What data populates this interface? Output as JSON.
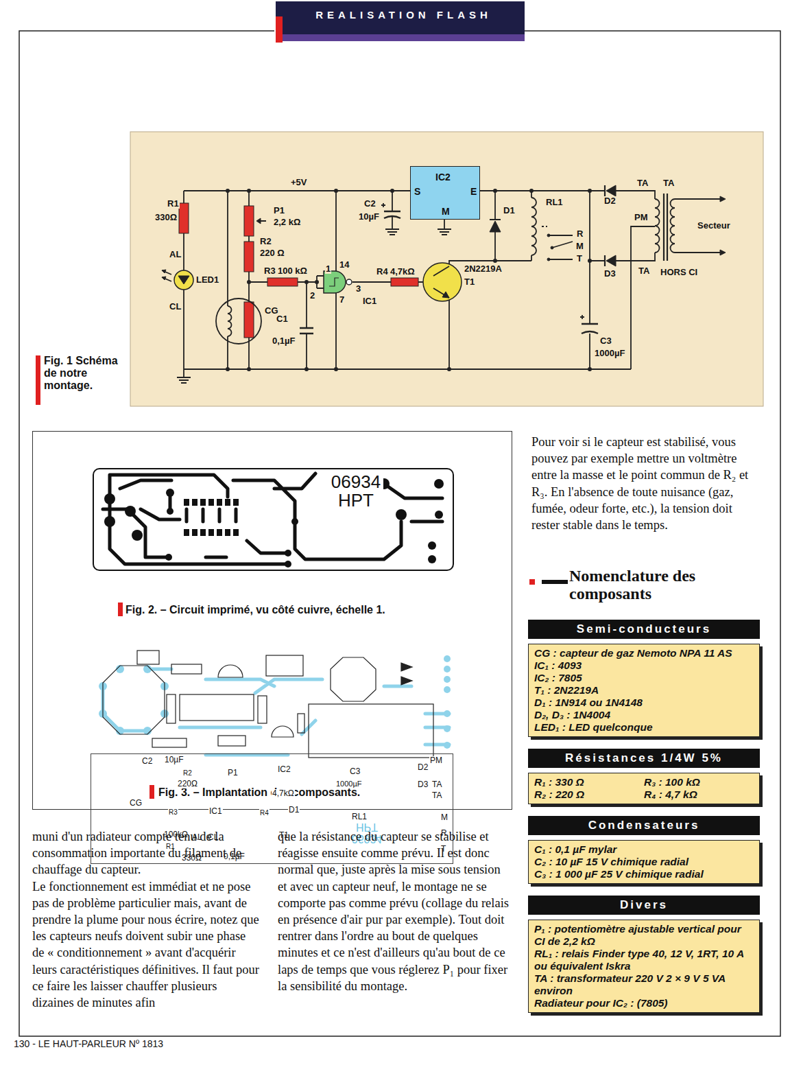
{
  "diagram": {
    "title": "REALISATION FLASH",
    "caption": "Fig. 1 Schéma de notre montage.",
    "nodes": [
      {
        "text": [
          "S",
          "IC2",
          "E",
          "M"
        ]
      },
      {
        "text": [
          "Fig. 2. – Circuit imprimé, vu côté cuivre, échelle 1.",
          "Fig. 3. – Implantation des composants."
        ]
      },
      {
        "text": [
          "06934 HPT"
        ],
        "in": 1
      },
      {
        "text": [
          "C2",
          "10µF",
          "R2",
          "220Ω",
          "P1",
          "IC2",
          "C3",
          "1000µF",
          "PM",
          "D2",
          "D3",
          "TA",
          "TA",
          "CG",
          "R3",
          "IC1",
          "R4",
          "4,7kΩ",
          "D1",
          "RL1",
          "06934 HPT",
          "M",
          "R",
          "T",
          "T1",
          "100kΩ",
          "AL",
          "CL",
          "330Ω",
          "R1",
          "0,1µF"
        ],
        "in": 1
      },
      {
        "text": [
          "Semi-conducteurs"
        ]
      },
      {
        "text": [
          "CG : capteur de gaz Nemoto NPA 11 AS",
          "IC₁ : 4093",
          "IC₂ : 7805",
          "T₁ : 2N2219A",
          "D₁ : 1N914 ou 1N4148",
          "D₂, D₃ : 1N4004",
          "LED₁ : LED quelconque"
        ]
      },
      {
        "text": [
          "Résistances 1/4W 5%"
        ]
      },
      {
        "text": [
          "R₁ : 330 Ω",
          "R₃ : 100 kΩ",
          "R₂ : 220 Ω",
          "R₄ : 4,7 kΩ"
        ]
      },
      {
        "text": [
          "Condensateurs"
        ]
      },
      {
        "text": [
          "C₁ : 0,1 µF mylar",
          "C₂ : 10 µF 15 V chimique radial",
          "C₃ : 1 000 µF 25 V chimique radial"
        ]
      },
      {
        "text": [
          "Divers"
        ]
      },
      {
        "text": [
          "P₁ : potentiomètre ajustable vertical pour CI de 2,2 kΩ",
          "RL₁ : relais Finder type 40, 12 V, 1RT, 10 A ou équivalent Iskra",
          "TA : transformateur 220 V 2 × 9 V 5 VA environ",
          "Radiateur pour IC₂ : (7805)"
        ]
      }
    ],
    "labels": [
      "R1",
      "330Ω",
      "+5V",
      "P1",
      "2,2 kΩ",
      "R2",
      "220 Ω",
      "C2",
      "10µF",
      "AL",
      "LED1",
      "R3",
      "100 kΩ",
      "1",
      "2",
      "14",
      "7",
      "3",
      "R4",
      "4,7kΩ",
      "IC1",
      "2N2219A",
      "T1",
      "CL",
      "CG",
      "C1",
      "0,1µF",
      "D1",
      "RL1",
      "R",
      "M",
      "T",
      "D2",
      "D3",
      "TA",
      "TA",
      "PM",
      "TA",
      "HORS CI",
      "Secteur",
      "C3",
      "1000µF",
      "Pour voir si le capteur est stabilisé, vous pouvez par exemple mettre un voltmètre entre la masse et le point commun de R₂ et R₃. En l'absence de toute nuisance (gaz, fumée, odeur forte, etc.), la tension doit rester stable dans le temps.",
      "Nomenclature des composants",
      "muni d'un radiateur compte tenu de la consommation importante du filament de chauffage du capteur.",
      "Le fonctionnement est immédiat et ne pose pas de problème particulier mais, avant de prendre la plume pour nous écrire, notez que les capteurs neufs doivent subir une phase de « conditionnement » avant d'acquérir leurs caractéristiques définitives. Il faut pour ce faire les laisser chauffer plusieurs dizaines de minutes afin",
      "que la résistance du capteur se stabilise et réagisse ensuite comme prévu. Il est donc normal que, juste après la mise sous tension et avec un capteur neuf, le montage ne se comporte pas comme prévu (collage du relais en présence d'air pur par exemple). Tout doit rentrer dans l'ordre au bout de quelques minutes et ce n'est d'ailleurs qu'au bout de ce laps de temps que vous réglerez P₁ pour fixer la sensibilité du montage.",
      "130 - LE HAUT-PARLEUR Nº 1813"
    ]
  }
}
